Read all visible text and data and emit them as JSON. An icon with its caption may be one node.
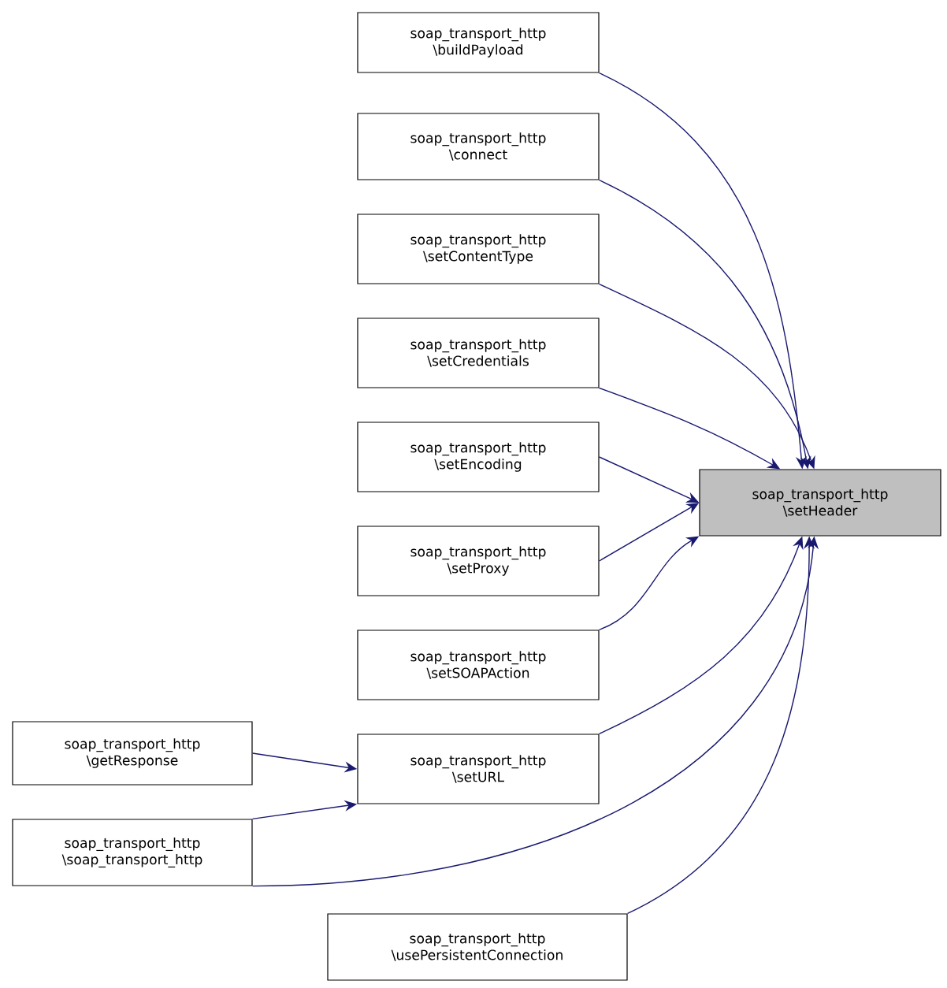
{
  "diagram": {
    "nodes": [
      {
        "text": [
          "soap_transport_http \\setHeader"
        ]
      },
      {
        "text": [
          "soap_transport_http \\buildPayload"
        ]
      },
      {
        "text": [
          "soap_transport_http \\connect"
        ]
      },
      {
        "text": [
          "soap_transport_http \\setContentType"
        ]
      },
      {
        "text": [
          "soap_transport_http \\setCredentials"
        ]
      },
      {
        "text": [
          "soap_transport_http \\setEncoding"
        ]
      },
      {
        "text": [
          "soap_transport_http \\setProxy"
        ]
      },
      {
        "text": [
          "soap_transport_http \\setSOAPAction"
        ]
      },
      {
        "text": [
          "soap_transport_http \\setURL"
        ]
      },
      {
        "text": [
          "soap_transport_http \\getResponse"
        ]
      },
      {
        "text": [
          "soap_transport_http \\soap_transport_http"
        ]
      },
      {
        "text": [
          "soap_transport_http \\usePersistentConnection"
        ]
      }
    ],
    "edges": [
      {
        "from": 1,
        "to": 0,
        "arrow": "to"
      },
      {
        "from": 2,
        "to": 0,
        "arrow": "to"
      },
      {
        "from": 3,
        "to": 0,
        "arrow": "to"
      },
      {
        "from": 4,
        "to": 0,
        "arrow": "to"
      },
      {
        "from": 5,
        "to": 0,
        "arrow": "to"
      },
      {
        "from": 6,
        "to": 0,
        "arrow": "to"
      },
      {
        "from": 7,
        "to": 0,
        "arrow": "to"
      },
      {
        "from": 8,
        "to": 0,
        "arrow": "to"
      },
      {
        "from": 9,
        "to": 8,
        "arrow": "to"
      },
      {
        "from": 10,
        "to": 8,
        "arrow": "to"
      },
      {
        "from": 10,
        "to": 0,
        "arrow": "to"
      },
      {
        "from": 11,
        "to": 0,
        "arrow": "to"
      }
    ]
  }
}
